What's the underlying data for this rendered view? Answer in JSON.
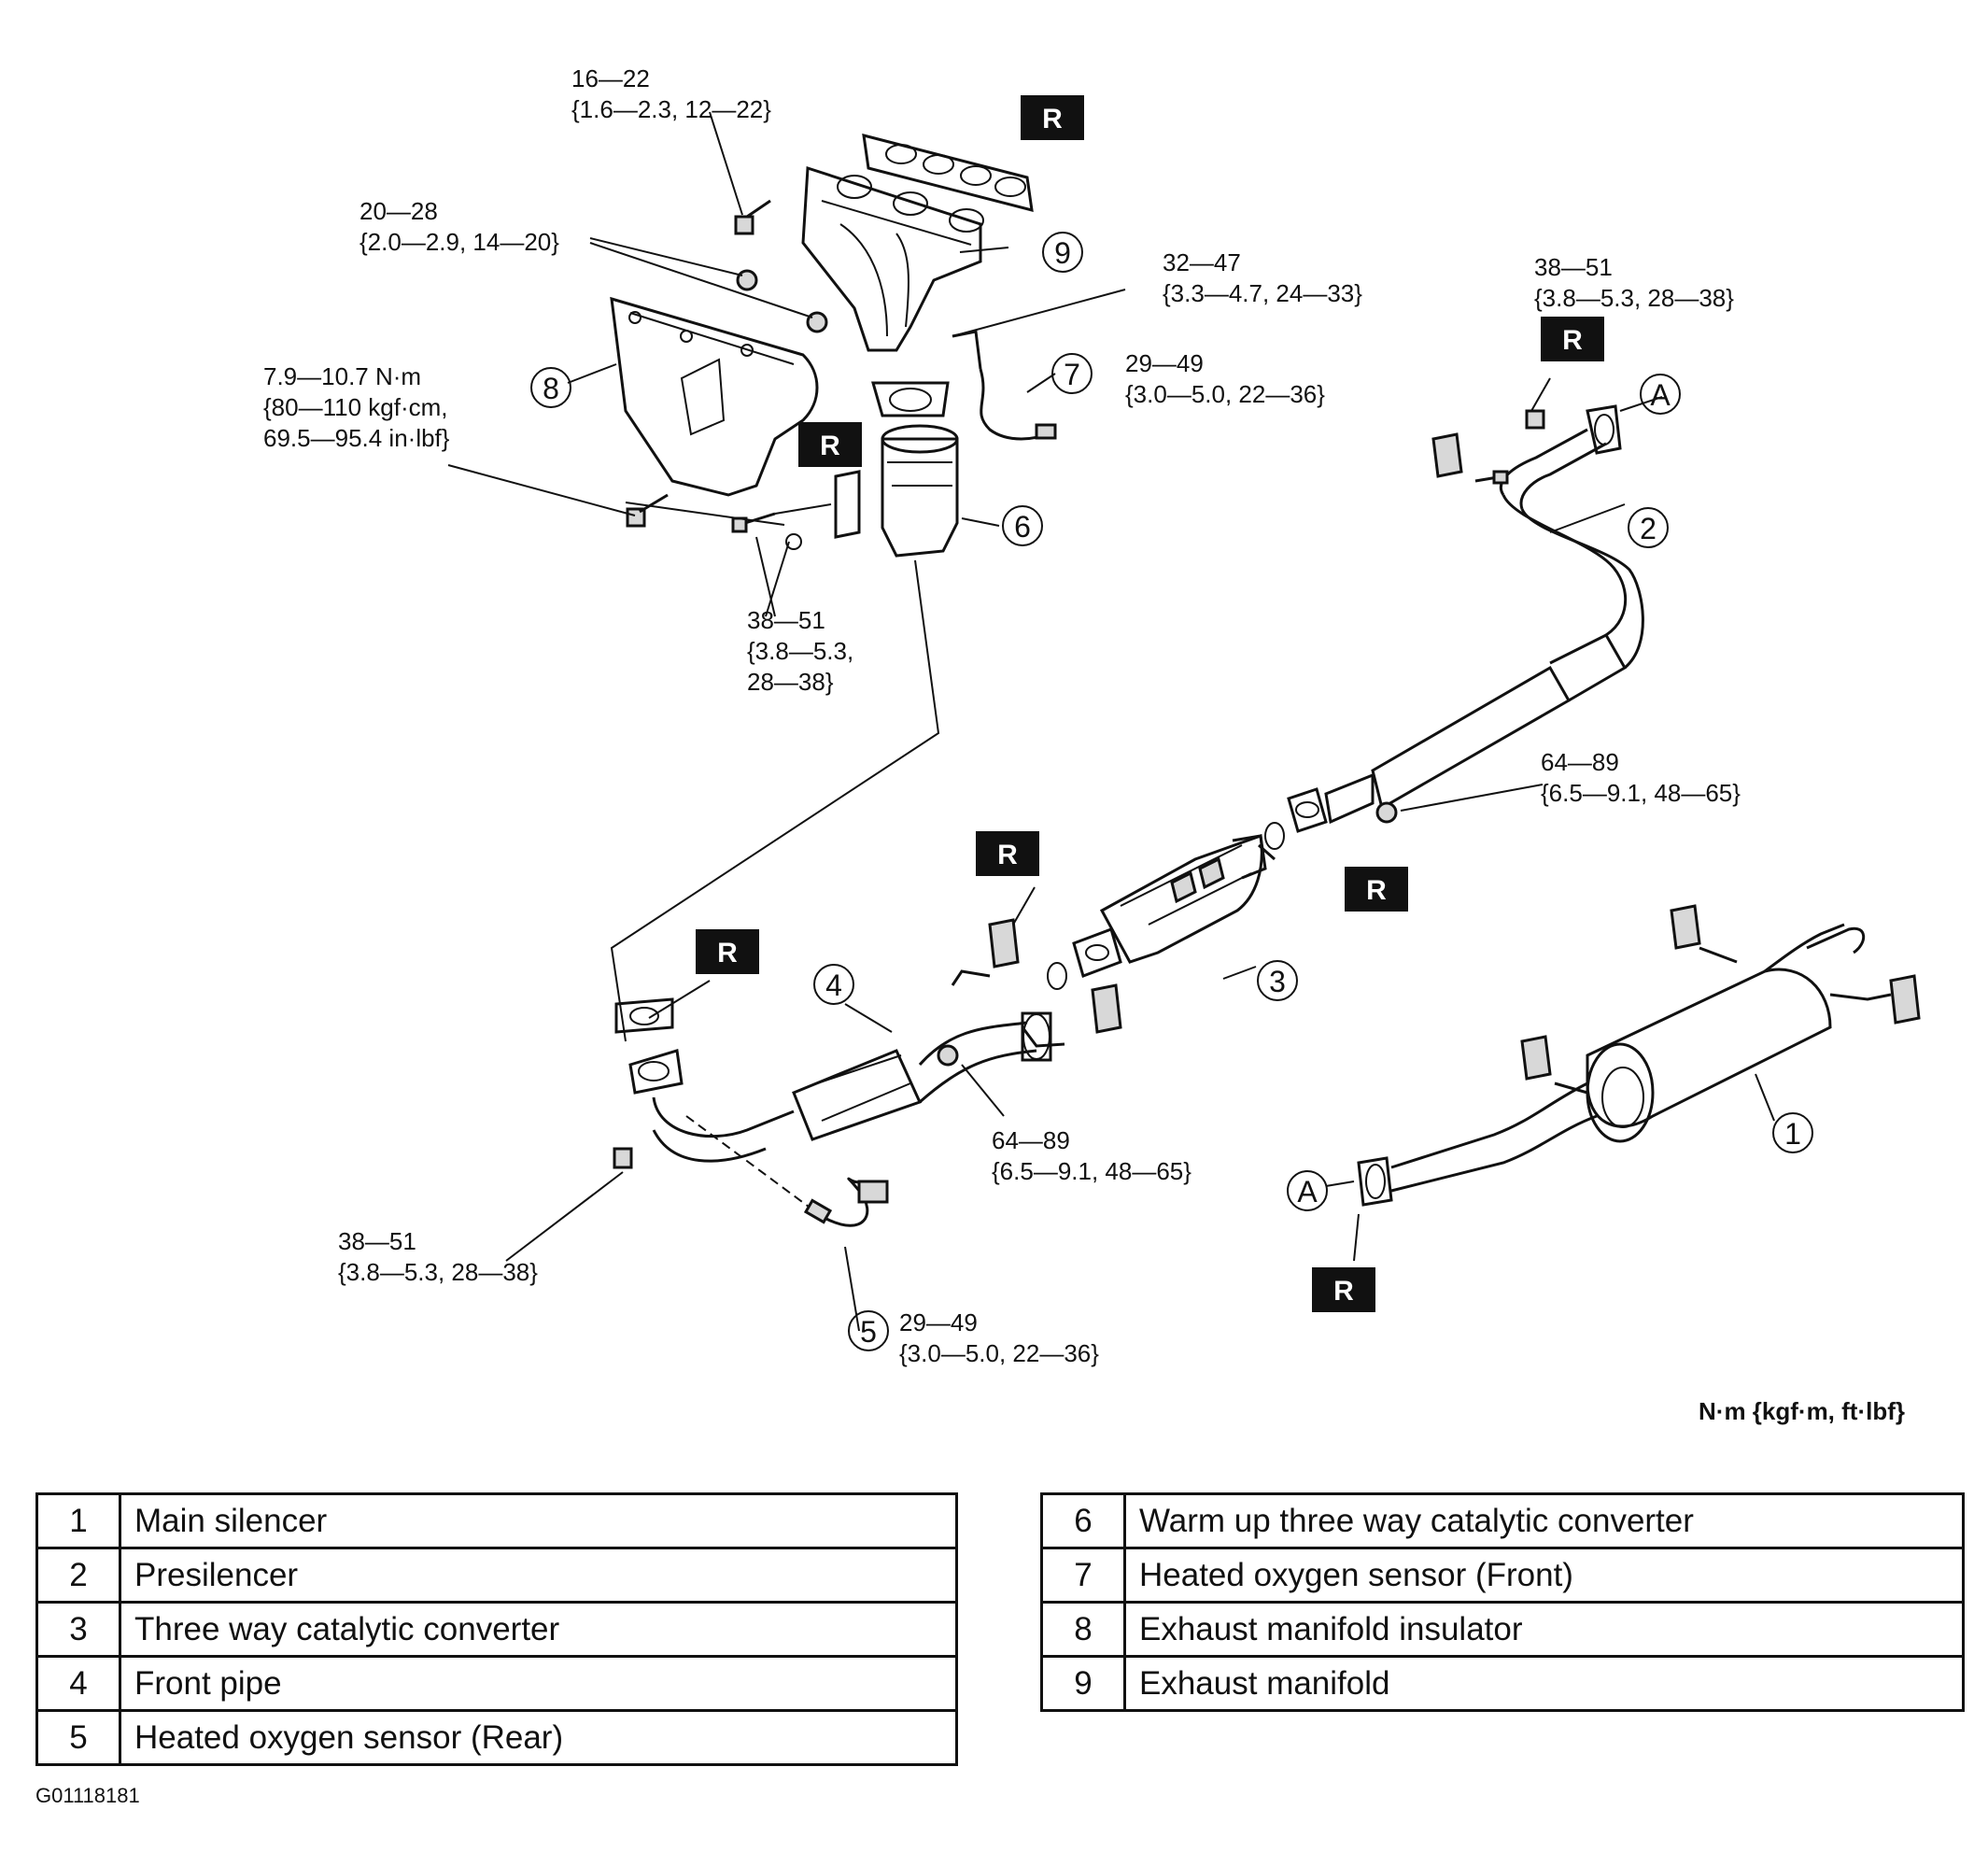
{
  "torques": {
    "t1": {
      "l1": "16—22",
      "l2": "{1.6—2.3, 12—22}"
    },
    "t2": {
      "l1": "20—28",
      "l2": "{2.0—2.9, 14—20}"
    },
    "t3": {
      "l1": "32—47",
      "l2": "{3.3—4.7, 24—33}"
    },
    "t4": {
      "l1": "29—49",
      "l2": "{3.0—5.0, 22—36}"
    },
    "t5": {
      "l1": "7.9—10.7 N·m",
      "l2": "{80—110 kgf·cm,",
      "l3": "69.5—95.4 in·lbf}"
    },
    "t6": {
      "l1": "38—51",
      "l2": "{3.8—5.3,",
      "l3": "28—38}"
    },
    "t7": {
      "l1": "38—51",
      "l2": "{3.8—5.3, 28—38}"
    },
    "t8": {
      "l1": "64—89",
      "l2": "{6.5—9.1, 48—65}"
    },
    "t9": {
      "l1": "64—89",
      "l2": "{6.5—9.1, 48—65}"
    },
    "t10": {
      "l1": "38—51",
      "l2": "{3.8—5.3, 28—38}"
    },
    "t11": {
      "l1": "29—49",
      "l2": "{3.0—5.0, 22—36}"
    }
  },
  "callouts": {
    "c1": "1",
    "c2": "2",
    "c3": "3",
    "c4": "4",
    "c5": "5",
    "c6": "6",
    "c7": "7",
    "c8": "8",
    "c9": "9",
    "a": "A"
  },
  "replace_mark": "R",
  "units": "N·m {kgf·m, ft·lbf}",
  "legend_left": [
    {
      "num": "1",
      "name": "Main silencer"
    },
    {
      "num": "2",
      "name": "Presilencer"
    },
    {
      "num": "3",
      "name": "Three way catalytic converter"
    },
    {
      "num": "4",
      "name": "Front pipe"
    },
    {
      "num": "5",
      "name": "Heated oxygen sensor (Rear)"
    }
  ],
  "legend_right": [
    {
      "num": "6",
      "name": "Warm up three way catalytic converter"
    },
    {
      "num": "7",
      "name": "Heated oxygen sensor (Front)"
    },
    {
      "num": "8",
      "name": "Exhaust manifold insulator"
    },
    {
      "num": "9",
      "name": "Exhaust manifold"
    }
  ],
  "figure_id": "G01118181"
}
